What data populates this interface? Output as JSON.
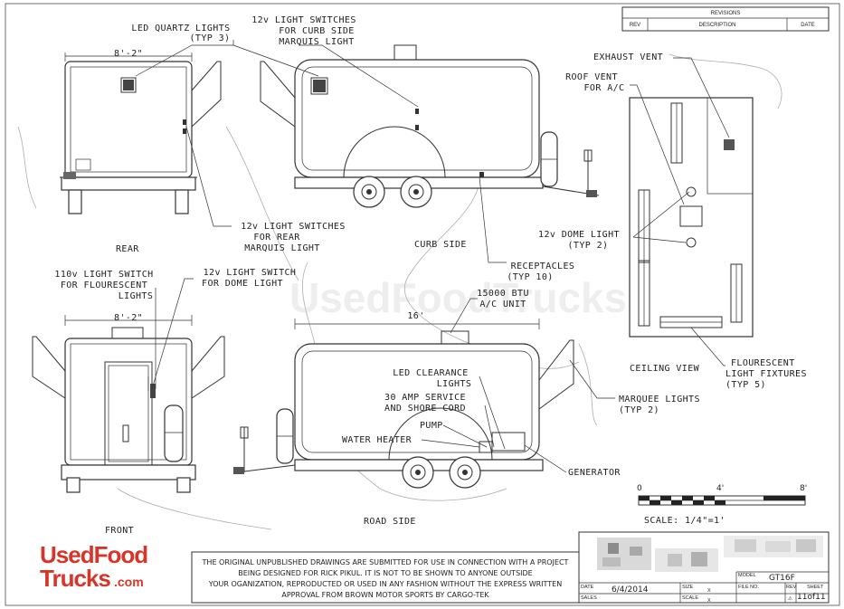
{
  "revisions": {
    "title": "REVISIONS",
    "col_rev": "REV",
    "col_description": "DESCRIPTION",
    "col_date": "DATE"
  },
  "labels": {
    "led_quartz": [
      "LED QUARTZ LIGHTS",
      "(TYP 3)"
    ],
    "switches_curb": [
      "12v LIGHT SWITCHES",
      "FOR CURB SIDE",
      "MARQUIS LIGHT"
    ],
    "switches_rear": [
      "12v LIGHT SWITCHES",
      "FOR REAR",
      "MARQUIS LIGHT"
    ],
    "exhaust_vent": "EXHAUST VENT",
    "roof_vent": [
      "ROOF VENT",
      "FOR A/C"
    ],
    "dome_light": [
      "12v DOME LIGHT",
      "(TYP 2)"
    ],
    "receptacles": [
      "RECEPTACLES",
      "(TYP 10)"
    ],
    "rear": "REAR",
    "curb_side": "CURB SIDE",
    "switch_fluor": [
      "110v LIGHT SWITCH",
      "FOR FLOURESCENT",
      "LIGHTS"
    ],
    "switch_dome": [
      "12v LIGHT SWITCH",
      "FOR DOME LIGHT"
    ],
    "ac_unit": [
      "15000 BTU",
      "A/C UNIT"
    ],
    "ceiling_view": "CEILING VIEW",
    "fluor_fixtures": [
      "FLOURESCENT",
      "LIGHT FIXTURES",
      "(TYP 5)"
    ],
    "led_clearance": [
      "LED CLEARANCE",
      "LIGHTS"
    ],
    "shore_cord": [
      "30 AMP SERVICE",
      "AND SHORE CORD"
    ],
    "marquee": [
      "MARQUEE LIGHTS",
      "(TYP 2)"
    ],
    "pump": "PUMP",
    "water_heater": "WATER HEATER",
    "generator": "GENERATOR",
    "front": "FRONT",
    "road_side": "ROAD SIDE"
  },
  "dimensions": {
    "rear_width": "8'-2\"",
    "front_width": "8'-2\"",
    "length": "16'"
  },
  "scale": {
    "tick_0": "0",
    "tick_4": "4'",
    "tick_8": "8'",
    "label": "SCALE: 1/4\"=1'"
  },
  "notice": [
    "THE ORIGINAL UNPUBLISHED DRAWINGS ARE SUBMITTED FOR USE IN CONNECTION WITH A PROJECT",
    "BEING DESIGNED FOR RICK PIKUL.  IT IS NOT TO BE SHOWN TO ANYONE OUTSIDE",
    "YOUR OGANIZATION, REPRODUCTED OR USED IN ANY FASHION WITHOUT THE EXPRESS WRITTEN",
    "APPROVAL FROM BROWN MOTOR SPORTS BY CARGO-TEK"
  ],
  "title_block": {
    "date_label": "DATE",
    "date_value": "6/4/2014",
    "sales_label": "SALES",
    "size_label": "SIZE",
    "size_value": "X",
    "scale_label": "SCALE",
    "scale_value": "X",
    "file_label": "FILE NO.",
    "model_label": "MODEL",
    "model_value": "GT16F",
    "rev_label": "REV",
    "sheet_label": "SHEET",
    "sheet_value": "11of11"
  },
  "brand": {
    "line1": "UsedFood",
    "line2": "Trucks",
    "suffix": ".com",
    "watermark": "UsedFoodTrucks.com",
    "color": "#d8342a"
  }
}
